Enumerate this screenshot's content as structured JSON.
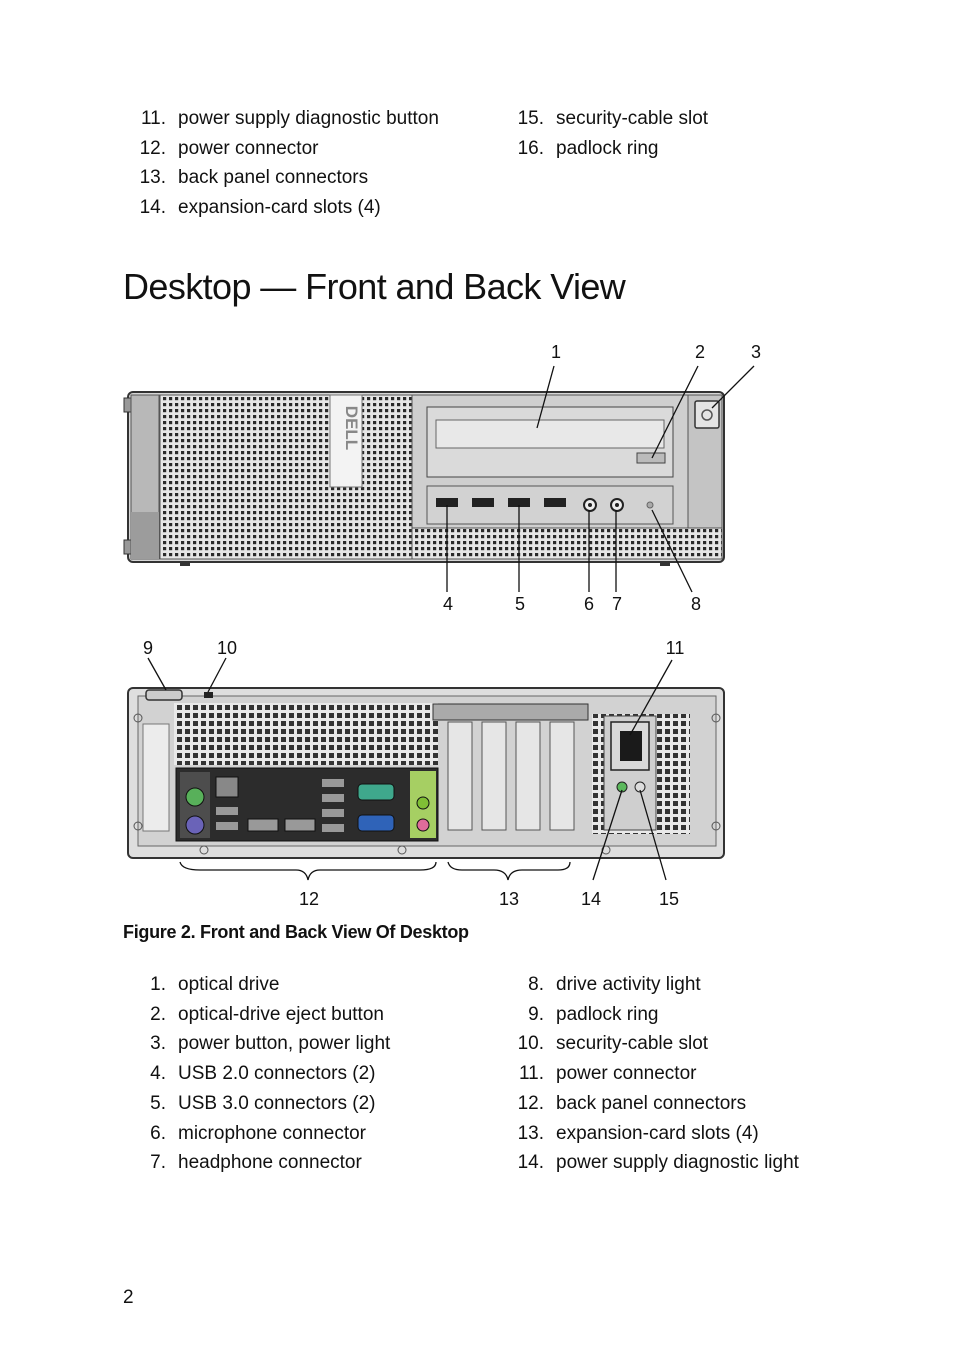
{
  "top_list": {
    "left": [
      {
        "num": "11.",
        "text": "power supply diagnostic button"
      },
      {
        "num": "12.",
        "text": "power connector"
      },
      {
        "num": "13.",
        "text": "back panel connectors"
      },
      {
        "num": "14.",
        "text": "expansion-card slots (4)"
      }
    ],
    "right": [
      {
        "num": "15.",
        "text": "security-cable slot"
      },
      {
        "num": "16.",
        "text": "padlock ring"
      }
    ]
  },
  "section_title": "Desktop — Front and Back View",
  "figure": {
    "logo_text": "DELL",
    "front_callouts": [
      "1",
      "2",
      "3",
      "4",
      "5",
      "6",
      "7",
      "8"
    ],
    "back_callouts": [
      "9",
      "10",
      "11",
      "12",
      "13",
      "14",
      "15"
    ],
    "caption": "Figure 2. Front and Back View Of Desktop"
  },
  "bottom_list": {
    "left": [
      {
        "num": "1.",
        "text": "optical drive"
      },
      {
        "num": "2.",
        "text": "optical-drive eject button"
      },
      {
        "num": "3.",
        "text": "power button, power light"
      },
      {
        "num": "4.",
        "text": "USB 2.0 connectors (2)"
      },
      {
        "num": "5.",
        "text": "USB 3.0 connectors (2)"
      },
      {
        "num": "6.",
        "text": "microphone connector"
      },
      {
        "num": "7.",
        "text": "headphone connector"
      }
    ],
    "right": [
      {
        "num": "8.",
        "text": "drive activity light"
      },
      {
        "num": "9.",
        "text": "padlock ring"
      },
      {
        "num": "10.",
        "text": "security-cable slot"
      },
      {
        "num": "11.",
        "text": "power connector"
      },
      {
        "num": "12.",
        "text": "back panel connectors"
      },
      {
        "num": "13.",
        "text": "expansion-card slots (4)"
      },
      {
        "num": "14.",
        "text": "power supply diagnostic light"
      }
    ]
  },
  "page_number": "2"
}
